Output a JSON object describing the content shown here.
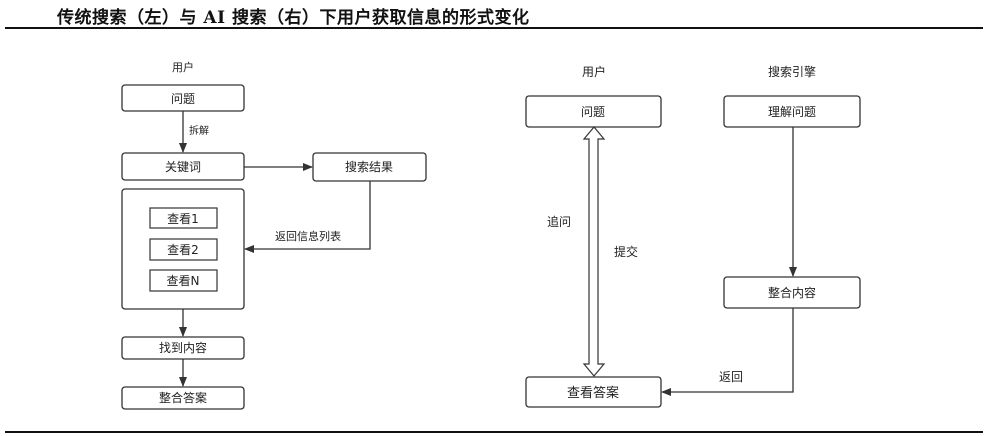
{
  "title": "传统搜索（左）与 AI 搜索（右）下用户获取信息的形式变化",
  "left": {
    "lane_label": "用户",
    "nodes": {
      "question": "问题",
      "keywords": "关键词",
      "search_results": "搜索结果",
      "view1": "查看1",
      "view2": "查看2",
      "viewN": "查看N",
      "found_content": "找到内容",
      "integrate_answer": "整合答案"
    },
    "edges": {
      "decompose": "拆解",
      "return_list": "返回信息列表"
    }
  },
  "right": {
    "lane_user": "用户",
    "lane_engine": "搜索引擎",
    "nodes": {
      "question": "问题",
      "understand": "理解问题",
      "integrate_content": "整合内容",
      "view_answer": "查看答案"
    },
    "edges": {
      "follow_up": "追问",
      "submit": "提交",
      "return": "返回"
    }
  },
  "colors": {
    "stroke": "#333333",
    "text": "#222222",
    "rule": "#111111"
  }
}
